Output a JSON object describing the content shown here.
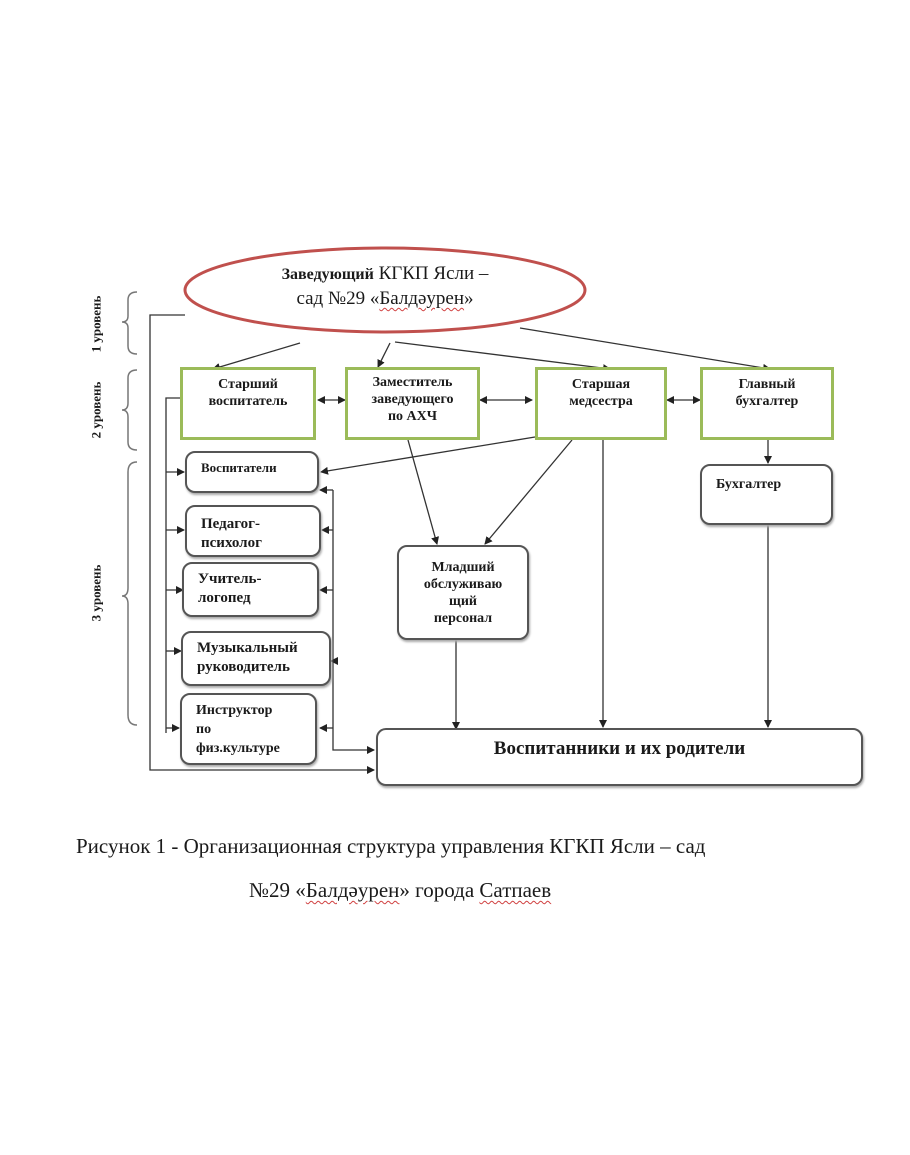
{
  "diagram": {
    "head": {
      "line1_bold": "Заведующий",
      "line1_rest": " КГКП Ясли –",
      "line2_pre": "сад №29 «",
      "line2_name": "Балдәурен",
      "line2_post": "»"
    },
    "levels": [
      "1 уровень",
      "2 уровень",
      "3 уровень"
    ],
    "level2": [
      {
        "id": "senior-educator",
        "lines": [
          "Старший",
          "воспитатель"
        ]
      },
      {
        "id": "deputy-head",
        "lines": [
          "Заместитель",
          "заведующего",
          "по АХЧ"
        ]
      },
      {
        "id": "head-nurse",
        "lines": [
          "Старшая",
          "медсестра"
        ]
      },
      {
        "id": "chief-accountant",
        "lines": [
          "Главный",
          "бухгалтер"
        ]
      }
    ],
    "level3_staff": [
      {
        "id": "educators",
        "lines": [
          "Воспитатели"
        ]
      },
      {
        "id": "psychologist",
        "lines": [
          "Педагог-",
          "психолог"
        ]
      },
      {
        "id": "speech-therapist",
        "lines": [
          "Учитель-",
          "логопед"
        ]
      },
      {
        "id": "music-director",
        "lines": [
          "Музыкальный",
          "руководитель"
        ]
      },
      {
        "id": "pe-instructor",
        "lines": [
          "Инструктор",
          "по",
          "физ.культуре"
        ]
      }
    ],
    "junior_staff": {
      "lines": [
        "Младший",
        "обслуживаю",
        "щий",
        "персонал"
      ]
    },
    "accountant": {
      "lines": [
        "Бухгалтер"
      ]
    },
    "pupils": "Воспитанники и их родители",
    "colors": {
      "ellipse_border": "#c0504d",
      "level2_border": "#9bbb59",
      "line": "#333333"
    }
  },
  "caption": {
    "line1": "Рисунок 1 - Организационная структура управления КГКП Ясли – сад",
    "line2_pre": "№29 «",
    "line2_name": "Балдәурен",
    "line2_mid": "» города ",
    "line2_city": "Сатпаев"
  }
}
